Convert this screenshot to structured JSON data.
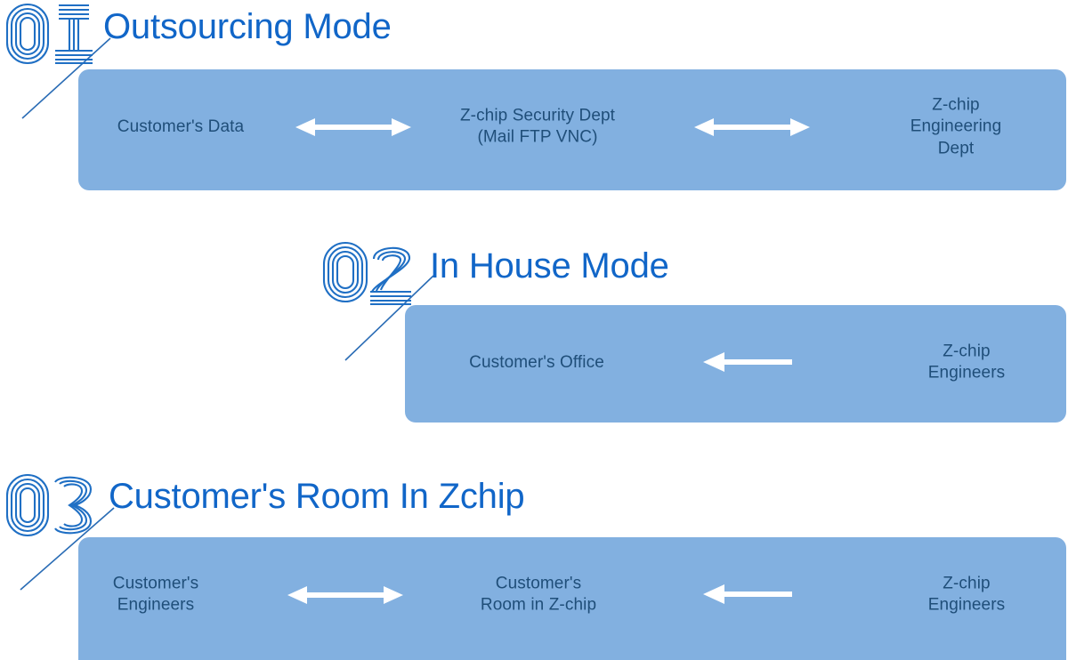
{
  "palette": {
    "bar_fill": "#82b0e0",
    "title_blue": "#1166c8",
    "node_text": "#1f4e79",
    "arrow_white": "#ffffff",
    "number_outline": "#1f6fc4",
    "background": "#ffffff"
  },
  "sections": [
    {
      "step_number": "01",
      "title": "Outsourcing Mode",
      "nodes": [
        {
          "text": "Customer's Data"
        },
        {
          "text": "Z-chip Security Dept\n(Mail FTP VNC)"
        },
        {
          "text": "Z-chip Engineering\nDept"
        }
      ],
      "arrows": [
        {
          "direction": "bidirectional"
        },
        {
          "direction": "bidirectional"
        }
      ]
    },
    {
      "step_number": "02",
      "title": "In House Mode",
      "nodes": [
        {
          "text": "Customer's Office"
        },
        {
          "text": "Z-chip Engineers"
        }
      ],
      "arrows": [
        {
          "direction": "left"
        }
      ]
    },
    {
      "step_number": "03",
      "title": "Customer's Room In Zchip",
      "nodes": [
        {
          "text": "Customer's\nEngineers"
        },
        {
          "text": "Customer's\nRoom in Z-chip"
        },
        {
          "text": "Z-chip Engineers"
        }
      ],
      "arrows": [
        {
          "direction": "bidirectional"
        },
        {
          "direction": "left"
        }
      ]
    }
  ]
}
